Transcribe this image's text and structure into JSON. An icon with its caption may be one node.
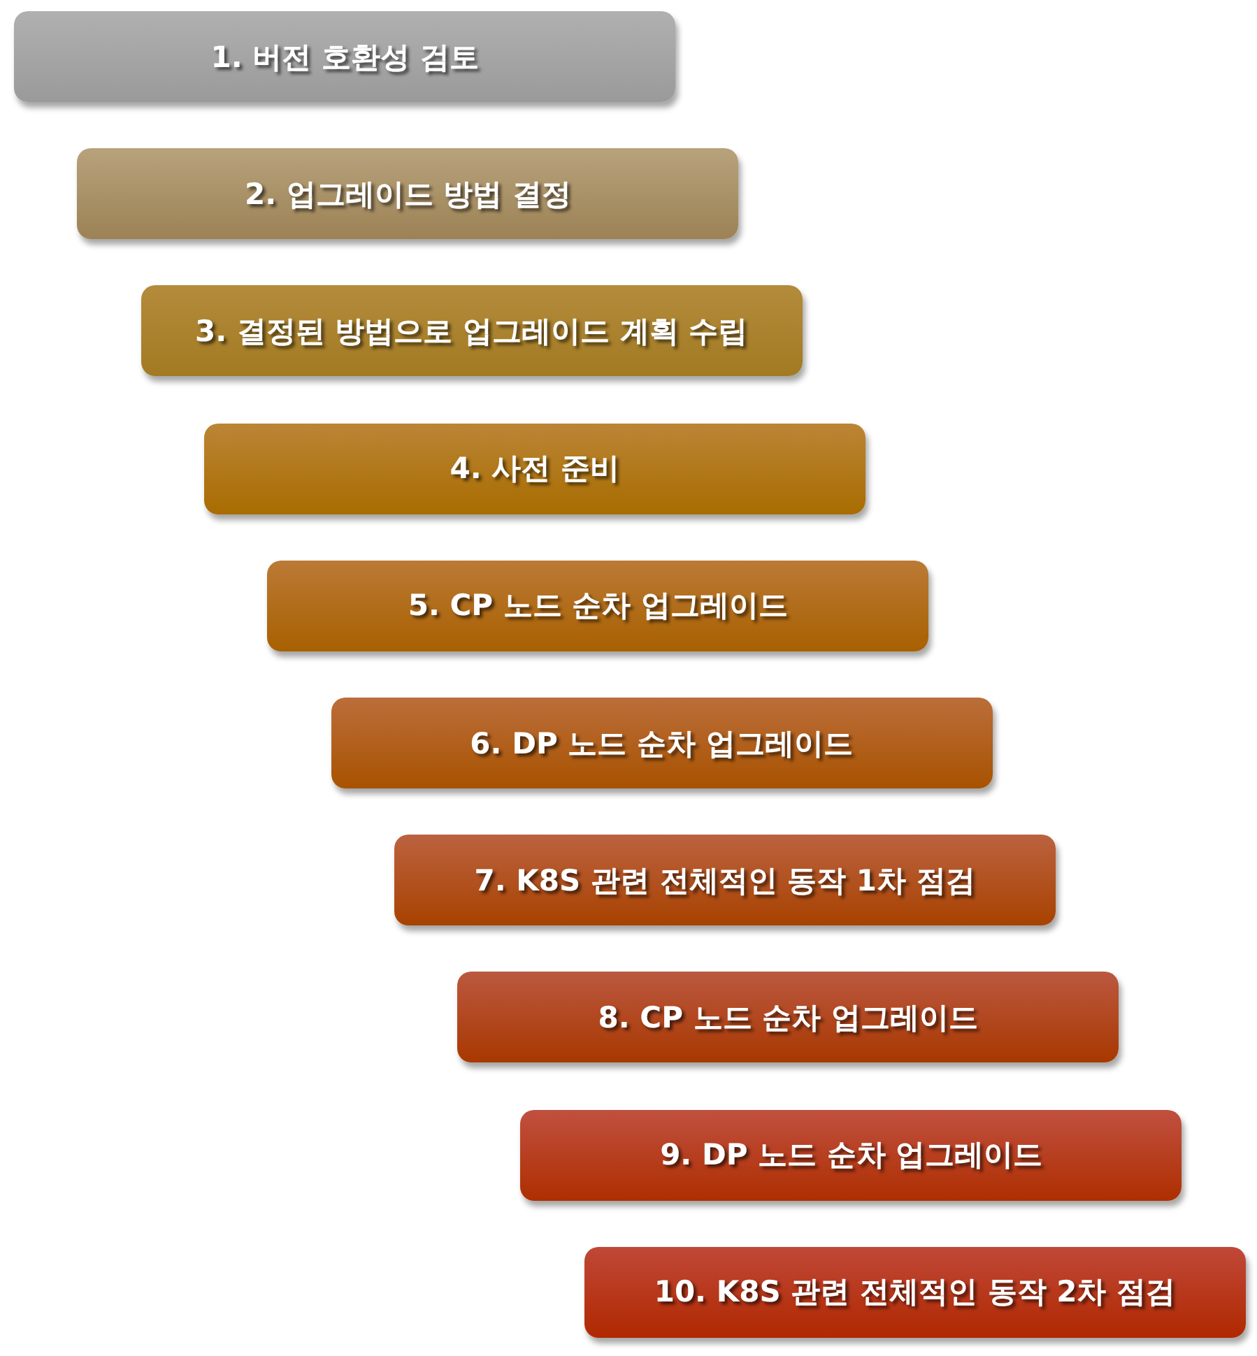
{
  "diagram": {
    "nodes": [
      {
        "text": [
          "1. 버전 호환성 검토"
        ]
      },
      {
        "text": [
          "2. 업그레이드 방법 결정"
        ]
      },
      {
        "text": [
          "3. 결정된 방법으로 업그레이드 계획 수립"
        ]
      },
      {
        "text": [
          "4. 사전 준비"
        ]
      },
      {
        "text": [
          "5. CP 노드 순차 업그레이드"
        ]
      },
      {
        "text": [
          "6. DP 노드 순차 업그레이드"
        ]
      },
      {
        "text": [
          "7. K8S 관련 전체적인 동작 1차 점검"
        ]
      },
      {
        "text": [
          "8. CP 노드 순차 업그레이드"
        ]
      },
      {
        "text": [
          "9. DP 노드 순차 업그레이드"
        ]
      },
      {
        "text": [
          "10. K8S 관련 전체적인 동작 2차 점검"
        ]
      }
    ]
  }
}
